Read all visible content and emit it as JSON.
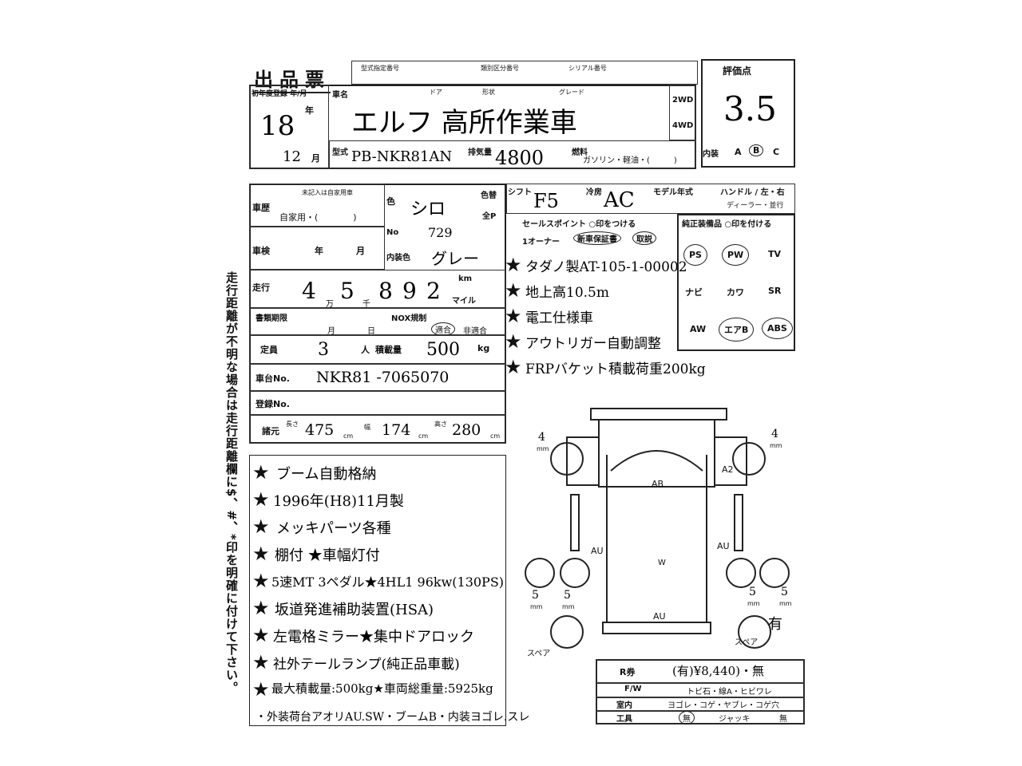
{
  "header": {
    "title": "出品票",
    "type_designation_label": "型式指定番号",
    "category_label": "類別区分番号",
    "serial_label": "シリアル番号"
  },
  "score": {
    "label": "評価点",
    "value": "3.5",
    "interior_label": "内装",
    "interior_grades": [
      "A",
      "B",
      "C"
    ],
    "interior_selected": "B"
  },
  "registration": {
    "label": "初年度登録 年/月",
    "year": "18",
    "year_unit": "年",
    "month": "12",
    "month_unit": "月"
  },
  "vehicle": {
    "name_label": "車名",
    "door_label": "ドア",
    "shape_label": "形状",
    "grade_label": "グレード",
    "name": "エルフ 高所作業車",
    "drive_2wd": "2WD",
    "drive_4wd": "4WD",
    "model_label": "型式",
    "model": "PB-NKR81AN",
    "displacement_label": "排気量",
    "displacement": "4800",
    "fuel_label": "燃料",
    "fuel_options": "ガソリン・軽油・(　　　)",
    "fuel_selected": "軽油"
  },
  "history": {
    "label": "車歴",
    "import_label": "未記入は自家用車",
    "value": "自家用・(　　　　)"
  },
  "color": {
    "label": "色",
    "value": "シロ",
    "change_label": "色替",
    "no_label": "No",
    "no_value": "729",
    "all_paint_label": "全P",
    "interior_color_label": "内装色",
    "interior_color": "グレー"
  },
  "shift": {
    "label": "シフト",
    "value": "F5",
    "ac_label": "冷房",
    "ac_value": "AC",
    "model_year_label": "モデル年式",
    "handle_label": "ハンドル / 左・右",
    "dealer_label": "ディーラー・並行"
  },
  "inspection": {
    "label": "車検",
    "year": "年",
    "month": "月"
  },
  "mileage": {
    "label": "走行",
    "digits": [
      "4",
      "5",
      "8",
      "9",
      "2"
    ],
    "man": "万",
    "sen": "千",
    "unit_km": "km",
    "unit_mile": "マイル"
  },
  "document_period": {
    "label": "書類期限",
    "month": "月",
    "day": "日"
  },
  "nox": {
    "label": "NOX規制",
    "options": [
      "適合",
      "非適合"
    ],
    "selected": "適合"
  },
  "capacity": {
    "label": "定員",
    "value": "3",
    "unit": "人",
    "load_label": "積載量",
    "load": "500",
    "load_unit": "kg"
  },
  "chassis": {
    "label": "車台No.",
    "value": "NKR81 -7065070"
  },
  "registration_no": {
    "label": "登録No."
  },
  "dimensions": {
    "label": "諸元",
    "length_label": "長さ",
    "length": "475",
    "width_label": "幅",
    "width": "174",
    "height_label": "高さ",
    "height": "280",
    "unit": "cm"
  },
  "sales_points": {
    "label": "セールスポイント ○印をつける",
    "one_owner": "1オーナー",
    "warranty": "新車保証書",
    "manual": "取説",
    "items": [
      "タダノ製AT-105-1-00002",
      "地上高10.5m",
      "電工仕様車",
      "アウトリガー自動調整",
      "FRPバケット積載荷重200kg"
    ]
  },
  "equipment": {
    "label": "純正装備品 ○印を付ける",
    "items": [
      {
        "name": "PS",
        "circled": true
      },
      {
        "name": "PW",
        "circled": true
      },
      {
        "name": "TV",
        "circled": false
      },
      {
        "name": "ナビ",
        "circled": false
      },
      {
        "name": "カワ",
        "circled": false
      },
      {
        "name": "SR",
        "circled": false
      },
      {
        "name": "AW",
        "circled": false
      },
      {
        "name": "エアB",
        "circled": true
      },
      {
        "name": "ABS",
        "circled": true
      }
    ]
  },
  "notes": [
    "ブーム自動格納",
    "1996年(H8)11月製",
    "メッキパーツ各種",
    "棚付 ★車幅灯付",
    "5速MT 3ペダル★4HL1 96kw(130PS)",
    "坂道発進補助装置(HSA)",
    "左電格ミラー★集中ドアロック",
    "社外テールランプ(純正品車載)",
    "最大積載量:500kg★車両総重量:5925kg"
  ],
  "remarks": "・外装荷台アオリAU.SW・ブームB・内装ヨゴレ.スレ",
  "side_note": "走行距離が不明な場合は走行距離欄に$、#、*印を明確に付けて下さい。",
  "diagram": {
    "marks": {
      "ab_front": "AB",
      "a2": "A2",
      "au_left": "AU",
      "au_right": "AU",
      "w": "W",
      "au_rear": "AU"
    },
    "tires": {
      "fl": "4",
      "fr": "4",
      "rl1": "5",
      "rl2": "5",
      "rr1": "5",
      "rr2": "5"
    },
    "tire_unit": "mm",
    "spare_label": "スペア",
    "spare_right": "有"
  },
  "footer": {
    "recycle_label": "R券",
    "recycle_value": "(有)¥8,440)・無",
    "windshield_label": "F/W",
    "windshield_value": "トビ石・線A・ヒビワレ",
    "interior_label": "室内",
    "interior_value": "ヨゴレ・コゲ・ヤブレ・コゲ穴",
    "tools_label": "工具",
    "tools_none": "無",
    "tools_jack": "ジャッキ",
    "tools_none2": "無"
  }
}
